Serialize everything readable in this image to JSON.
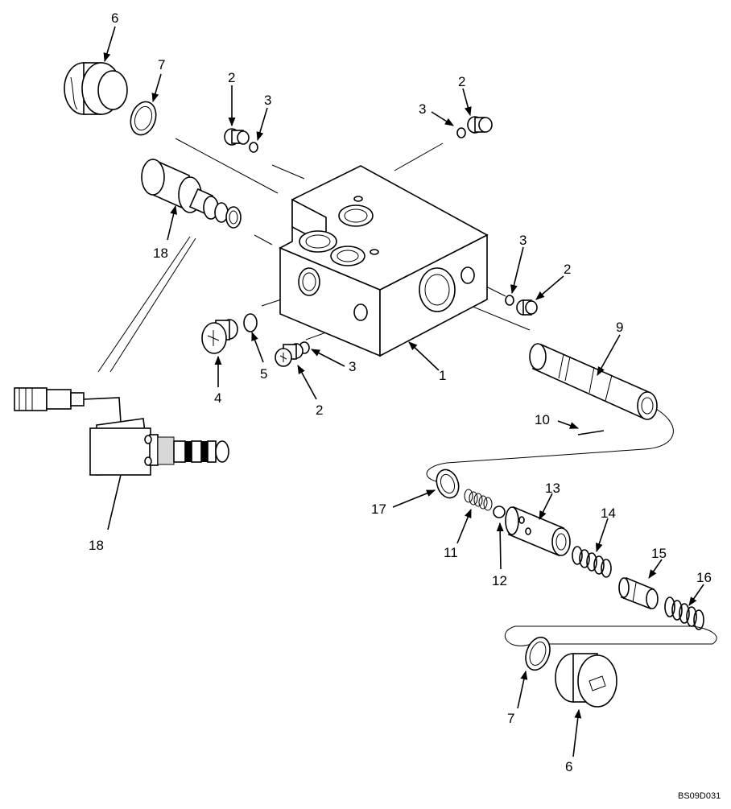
{
  "drawing_code": "BS09D031",
  "callouts": [
    {
      "id": "c6a",
      "label": "6"
    },
    {
      "id": "c7a",
      "label": "7"
    },
    {
      "id": "c2a",
      "label": "2"
    },
    {
      "id": "c3a",
      "label": "3"
    },
    {
      "id": "c3b",
      "label": "3"
    },
    {
      "id": "c2b",
      "label": "2"
    },
    {
      "id": "c18a",
      "label": "18"
    },
    {
      "id": "c3c",
      "label": "3"
    },
    {
      "id": "c2c",
      "label": "2"
    },
    {
      "id": "c9",
      "label": "9"
    },
    {
      "id": "c4",
      "label": "4"
    },
    {
      "id": "c5",
      "label": "5"
    },
    {
      "id": "c3d",
      "label": "3"
    },
    {
      "id": "c1",
      "label": "1"
    },
    {
      "id": "c2d",
      "label": "2"
    },
    {
      "id": "c10",
      "label": "10"
    },
    {
      "id": "c17",
      "label": "17"
    },
    {
      "id": "c13",
      "label": "13"
    },
    {
      "id": "c14",
      "label": "14"
    },
    {
      "id": "c11",
      "label": "11"
    },
    {
      "id": "c12",
      "label": "12"
    },
    {
      "id": "c15",
      "label": "15"
    },
    {
      "id": "c16",
      "label": "16"
    },
    {
      "id": "c18b",
      "label": "18"
    },
    {
      "id": "c7b",
      "label": "7"
    },
    {
      "id": "c6b",
      "label": "6"
    }
  ]
}
